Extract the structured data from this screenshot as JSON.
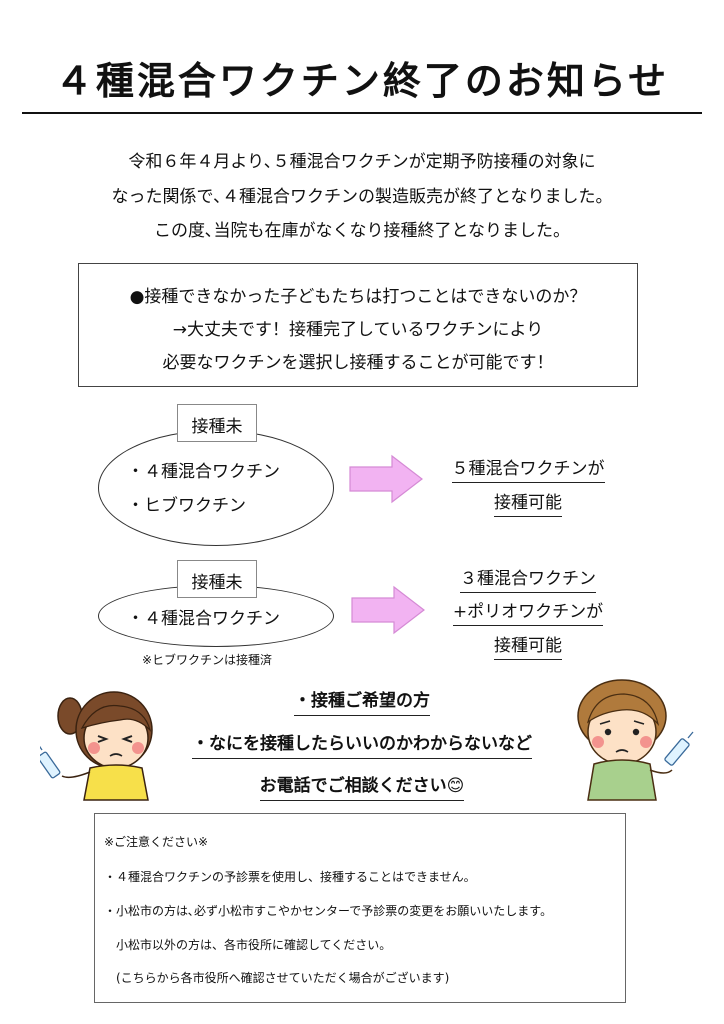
{
  "title": "４種混合ワクチン終了のお知らせ",
  "intro": [
    "令和６年４月より､５種混合ワクチンが定期予防接種の対象に",
    "なった関係で､４種混合ワクチンの製造販売が終了となりました。",
    "この度､当院も在庫がなくなり接種終了となりました。"
  ],
  "question_box": {
    "question": "●接種できなかった子どもたちは打つことはできないのか？",
    "answer_1": "→大丈夫です！接種完了しているワクチンにより",
    "answer_2": "必要なワクチンを選択し接種することが可能です！"
  },
  "case1": {
    "tag": "接種未",
    "items": [
      "・４種混合ワクチン",
      "・ヒブワクチン"
    ],
    "result": [
      "５種混合ワクチンが",
      "接種可能"
    ]
  },
  "case2": {
    "tag": "接種未",
    "items": [
      "・４種混合ワクチン"
    ],
    "note": "※ヒブワクチンは接種済",
    "result": [
      "３種混合ワクチン",
      "+ポリオワクチンが",
      "接種可能"
    ]
  },
  "contact": {
    "line1": "・接種ご希望の方",
    "line2": "・なにを接種したらいいのかわからないなど",
    "line3": "お電話でご相談ください",
    "emoji": "😊"
  },
  "caution": {
    "heading": "※ご注意ください※",
    "lines": [
      "・４種混合ワクチンの予診票を使用し、接種することはできません。",
      "・小松市の方は､必ず小松市すこやかセンターで予診票の変更をお願いいたします。",
      "小松市以外の方は、各市役所に確認してください。",
      "(こちらから各市役所へ確認させていただく場合がございます)"
    ]
  },
  "colors": {
    "arrow": "#f2b3f2",
    "arrow_stroke": "#d58ad5",
    "cheek": "#f08080",
    "girl_hair": "#7a4a2a",
    "girl_shirt": "#f7e04a",
    "boy_hair": "#b07a3c",
    "boy_shirt": "#a8d08d"
  }
}
